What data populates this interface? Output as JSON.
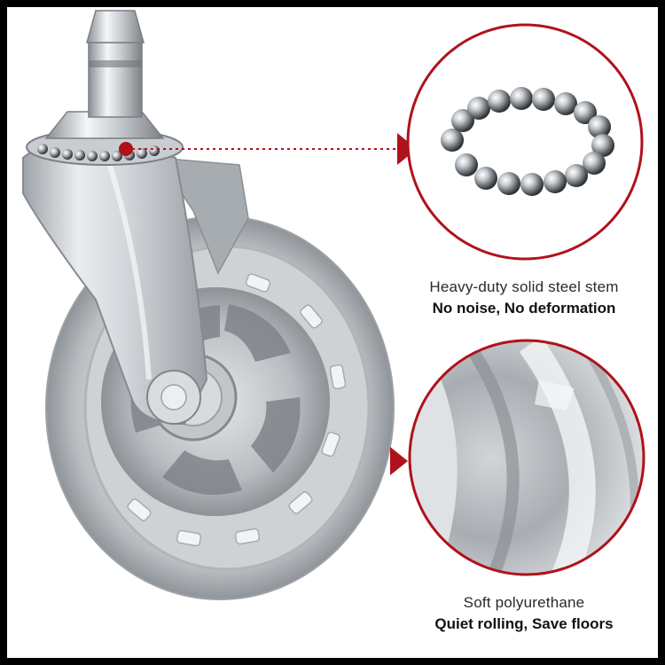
{
  "product": {
    "name": "Office chair caster wheel"
  },
  "callouts": [
    {
      "id": "stem",
      "subject": "steel-ball-bearing",
      "title": "Heavy-duty solid steel stem",
      "subtitle": "No noise, No deformation"
    },
    {
      "id": "wheel",
      "subject": "polyurethane-tread",
      "title": "Soft polyurethane",
      "subtitle": "Quiet rolling, Save floors"
    }
  ],
  "colors": {
    "accent_red": "#b0121b",
    "frame_border": "#000000",
    "background": "#ffffff"
  }
}
